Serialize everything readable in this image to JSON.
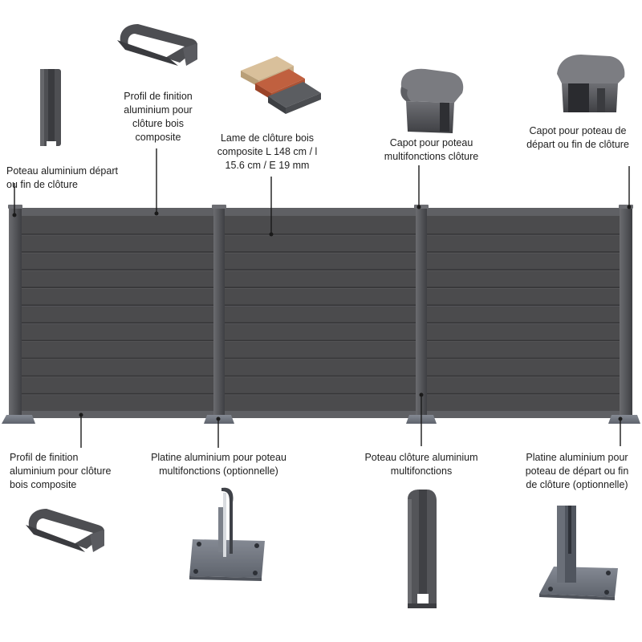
{
  "labels": {
    "profil_finition_haut": "Profil de finition\naluminium pour\nclôture bois\ncomposite",
    "lame": "Lame de clôture bois\ncomposite L 148 cm / l\n15.6 cm / E 19 mm",
    "capot_multi": "Capot pour poteau\nmultifonctions clôture",
    "capot_depart": "Capot pour poteau de\ndépart ou fin de clôture",
    "poteau_depart": "Poteau aluminium départ\nou fin de clôture",
    "profil_finition_bas": "Profil de finition\naluminium pour clôture\nbois composite",
    "platine_multi": "Platine aluminium pour poteau\nmultifonctions (optionnelle)",
    "poteau_multi": "Poteau clôture aluminium\nmultifonctions",
    "platine_depart": "Platine aluminium pour\npoteau de départ ou fin\nde clôture (optionnelle)"
  },
  "colors": {
    "board": "#4b4b4d",
    "board_line": "#363638",
    "post": "#5b5c60",
    "post_dark": "#47484c",
    "cap": "#646569",
    "plate": "#707580",
    "leader": "#1a1a1a",
    "sample_beige": "#d9c09b",
    "sample_terracotta": "#c0603f",
    "sample_grey": "#5b5d61"
  }
}
